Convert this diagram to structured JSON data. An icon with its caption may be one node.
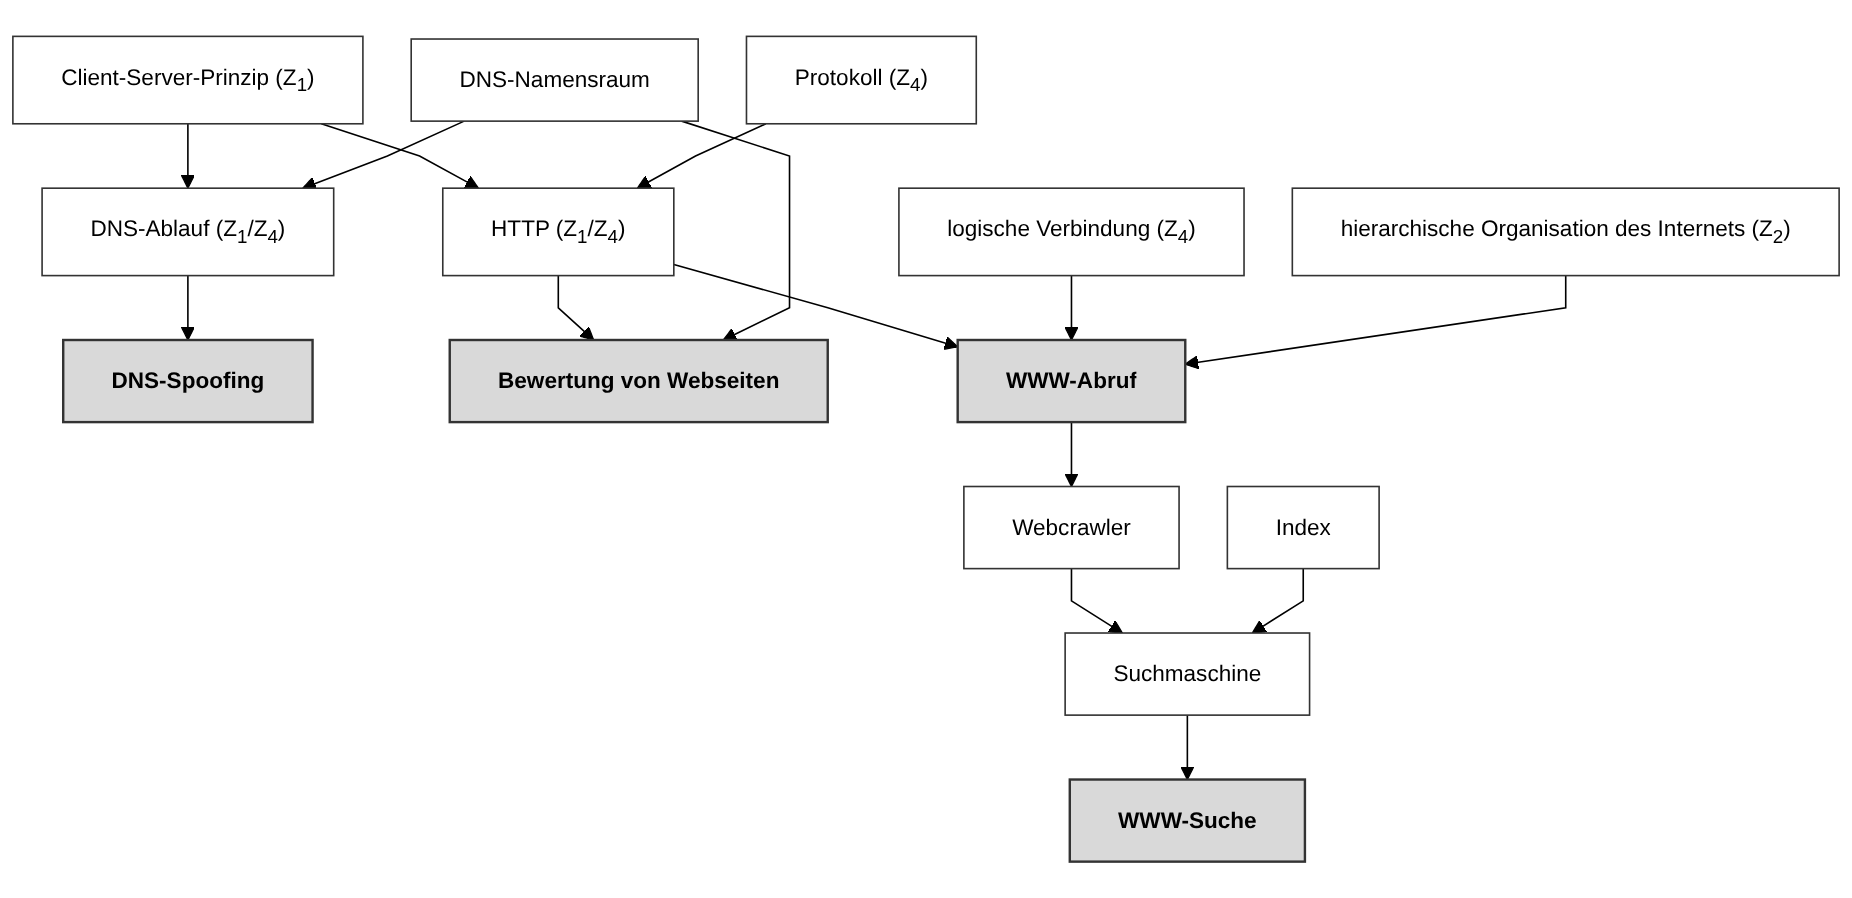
{
  "diagram": {
    "nodes": [
      {
        "text": [
          "Client-Server-Prinzip (Z$_{1}$)"
        ]
      },
      {
        "text": [
          "Protokoll (Z$_{4}$)"
        ]
      },
      {
        "text": [
          "logische Verbindung (Z$_{4}$)"
        ]
      },
      {
        "text": [
          "HTTP (Z$_{1}$/Z$_{4}$)"
        ]
      },
      {
        "text": [
          "hierarchische Organisation des Internets (Z$_{2}$)"
        ]
      },
      {
        "text": [
          "DNS-Spoofing"
        ]
      },
      {
        "text": [
          "DNS-Ablauf (Z$_{1}$/Z$_{4}$)"
        ]
      },
      {
        "text": [
          "WWW-Abruf"
        ]
      },
      {
        "text": [
          "DNS-Namensraum"
        ]
      },
      {
        "text": [
          "Webcrawler"
        ]
      },
      {
        "text": [
          "Bewertung von Webseiten"
        ]
      },
      {
        "text": [
          "WWW-Suche"
        ]
      },
      {
        "text": [
          "Suchmaschine"
        ]
      },
      {
        "text": [
          "Index"
        ]
      }
    ],
    "edges": [
      {
        "from": 0,
        "to": 6,
        "arrow": "to"
      },
      {
        "from": 0,
        "to": 3,
        "arrow": "to"
      },
      {
        "from": 1,
        "to": 3,
        "arrow": "to"
      },
      {
        "from": 6,
        "to": 5,
        "arrow": "to"
      },
      {
        "from": 3,
        "to": 7,
        "arrow": "to"
      },
      {
        "from": 3,
        "to": 10,
        "arrow": "to"
      },
      {
        "from": 2,
        "to": 7,
        "arrow": "to"
      },
      {
        "from": 4,
        "to": 7,
        "arrow": "to"
      },
      {
        "from": 8,
        "to": 6,
        "arrow": "to"
      },
      {
        "from": 8,
        "to": 10,
        "arrow": "to"
      },
      {
        "from": 7,
        "to": 9,
        "arrow": "to"
      },
      {
        "from": 9,
        "to": 12,
        "arrow": "to"
      },
      {
        "from": 12,
        "to": 11,
        "arrow": "to"
      },
      {
        "from": 13,
        "to": 12,
        "arrow": "to"
      }
    ]
  }
}
